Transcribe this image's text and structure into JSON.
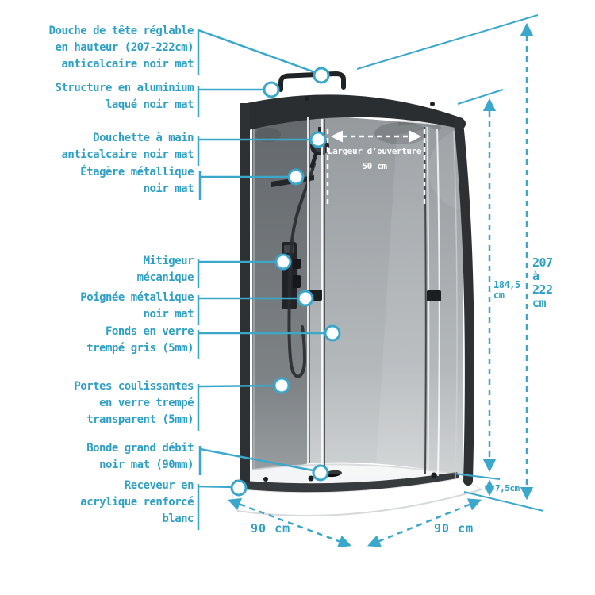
{
  "colors": {
    "accent_text": "#2FA0C5",
    "accent_lines": "#3BA8CB",
    "frame_black": "#2b2e31",
    "tray_white": "#ffffff"
  },
  "product": {
    "labels": [
      {
        "id": "douche-de-tete",
        "text": "Douche de tête réglable\nen hauteur (207-222cm)\nanticalcaire noir mat"
      },
      {
        "id": "structure",
        "text": "Structure en aluminium\nlaqué noir mat"
      },
      {
        "id": "douchette",
        "text": "Douchette à main\nanticalcaire noir mat"
      },
      {
        "id": "etagere",
        "text": "Étagère métallique\nnoir mat"
      },
      {
        "id": "mitigeur",
        "text": "Mitigeur\nmécanique"
      },
      {
        "id": "poignee",
        "text": "Poignée métallique\nnoir mat"
      },
      {
        "id": "fonds",
        "text": "Fonds en verre\ntrempé gris (5mm)"
      },
      {
        "id": "portes",
        "text": "Portes coulissantes\nen verre trempé\ntransparent (5mm)"
      },
      {
        "id": "bonde",
        "text": "Bonde grand débit\nnoir mat (90mm)"
      },
      {
        "id": "receveur",
        "text": "Receveur en\nacrylique renforcé\nblanc"
      }
    ],
    "dimensions": {
      "opening_width": "Largeur d’ouverture\n50 cm",
      "glass_height": "184,5\ncm",
      "total_height": "207\nà\n222\ncm",
      "tray_height": "7,5cm",
      "depth": "90 cm",
      "width": "90 cm"
    }
  }
}
